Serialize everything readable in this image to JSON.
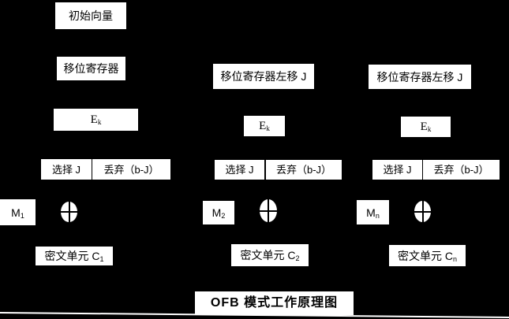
{
  "title": "OFB 模式工作原理图",
  "colors": {
    "background": "#000000",
    "box_fill": "#ffffff",
    "box_text": "#000000",
    "baseline": "#ffffff"
  },
  "icons": {
    "xor": "⊕"
  },
  "columns": [
    {
      "initial_vector": "初始向量",
      "shift_register": "移位寄存器",
      "cipher_base": "E",
      "cipher_sub": "k",
      "select": "选择 J",
      "discard": "丢弃（b-J）",
      "message_base": "M",
      "message_sub": "1",
      "ciphertext_base": "密文单元 C",
      "ciphertext_sub": "1"
    },
    {
      "shift_register": "移位寄存器左移 J",
      "cipher_base": "E",
      "cipher_sub": "k",
      "select": "选择 J",
      "discard": "丢弃（b-J）",
      "message_base": "M",
      "message_sub": "2",
      "ciphertext_base": "密文单元 C",
      "ciphertext_sub": "2"
    },
    {
      "shift_register": "移位寄存器左移 J",
      "cipher_base": "E",
      "cipher_sub": "k",
      "select": "选择 J",
      "discard": "丢弃（b-J）",
      "message_base": "M",
      "message_sub": "n",
      "ciphertext_base": "密文单元 C",
      "ciphertext_sub": "n"
    }
  ]
}
